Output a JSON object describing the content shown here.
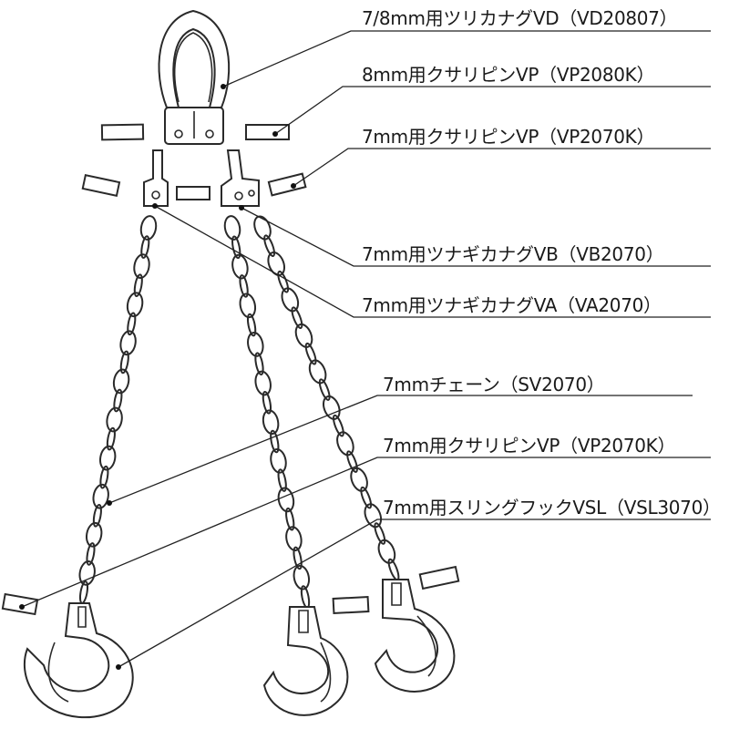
{
  "diagram": {
    "labels": [
      {
        "id": "vd",
        "text": "7/8mm用ツリカナグVD（VD20807）"
      },
      {
        "id": "vp8",
        "text": "8mm用クサリピンVP（VP2080K）"
      },
      {
        "id": "vp7a",
        "text": "7mm用クサリピンVP（VP2070K）"
      },
      {
        "id": "vb",
        "text": "7mm用ツナギカナグVB（VB2070）"
      },
      {
        "id": "va",
        "text": "7mm用ツナギカナグVA（VA2070）"
      },
      {
        "id": "chain",
        "text": "7mmチェーン（SV2070）"
      },
      {
        "id": "vp7b",
        "text": "7mm用クサリピンVP（VP2070K）"
      },
      {
        "id": "hook",
        "text": "7mm用スリングフックVSL（VSL3070）"
      }
    ]
  }
}
